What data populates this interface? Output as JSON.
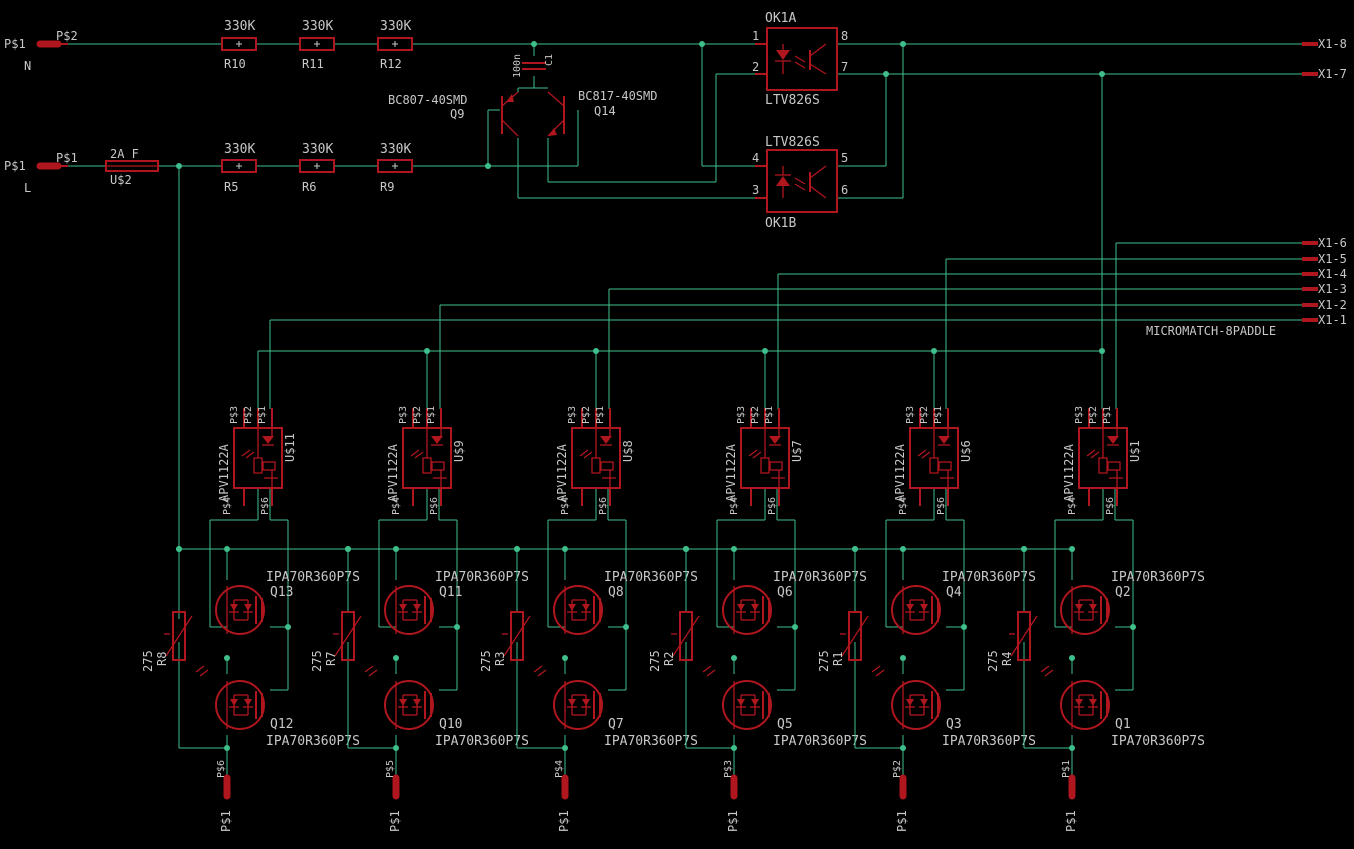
{
  "colors": {
    "background": "#000000",
    "net": "#3fbf8c",
    "part": "#b0161e",
    "text": "#c8c8c8"
  },
  "top": {
    "pad_n": {
      "name": "P$1",
      "pin": "P$2",
      "label": "N"
    },
    "pad_l": {
      "name": "P$1",
      "pin": "P$1",
      "label": "L"
    },
    "fuse": {
      "value": "2A F",
      "name": "U$2"
    },
    "resistors_n": [
      {
        "value": "330K",
        "name": "R10"
      },
      {
        "value": "330K",
        "name": "R11"
      },
      {
        "value": "330K",
        "name": "R12"
      }
    ],
    "resistors_l": [
      {
        "value": "330K",
        "name": "R5"
      },
      {
        "value": "330K",
        "name": "R6"
      },
      {
        "value": "330K",
        "name": "R9"
      }
    ],
    "cap": {
      "value": "100n",
      "name": "C1"
    },
    "q9": {
      "value": "BC807-40SMD",
      "name": "Q9"
    },
    "q14": {
      "value": "BC817-40SMD",
      "name": "Q14"
    },
    "ok1a": {
      "name": "OK1A",
      "value": "LTV826S",
      "pins": [
        "1",
        "2",
        "8",
        "7"
      ]
    },
    "ok1b": {
      "name": "OK1B",
      "value": "LTV826S",
      "pins": [
        "4",
        "3",
        "5",
        "6"
      ]
    }
  },
  "connector": {
    "pins": [
      "X1-8",
      "X1-7",
      "X1-6",
      "X1-5",
      "X1-4",
      "X1-3",
      "X1-2",
      "X1-1"
    ],
    "value": "MICROMATCH-8PADDLE"
  },
  "channels": [
    {
      "relay": "U$11",
      "res_value": "275",
      "res_name": "R8",
      "q_top": "Q13",
      "q_bot": "Q12",
      "pad_name": "P$1",
      "pad_pin": "P$6"
    },
    {
      "relay": "U$9",
      "res_value": "275",
      "res_name": "R7",
      "q_top": "Q11",
      "q_bot": "Q10",
      "pad_name": "P$1",
      "pad_pin": "P$5"
    },
    {
      "relay": "U$8",
      "res_value": "275",
      "res_name": "R3",
      "q_top": "Q8",
      "q_bot": "Q7",
      "pad_name": "P$1",
      "pad_pin": "P$4"
    },
    {
      "relay": "U$7",
      "res_value": "275",
      "res_name": "R2",
      "q_top": "Q6",
      "q_bot": "Q5",
      "pad_name": "P$1",
      "pad_pin": "P$3"
    },
    {
      "relay": "U$6",
      "res_value": "275",
      "res_name": "R1",
      "q_top": "Q4",
      "q_bot": "Q3",
      "pad_name": "P$1",
      "pad_pin": "P$2"
    },
    {
      "relay": "U$1",
      "res_value": "275",
      "res_name": "R4",
      "q_top": "Q2",
      "q_bot": "Q1",
      "pad_name": "P$1",
      "pad_pin": "P$1"
    }
  ],
  "relay_common": {
    "value": "APV1122A",
    "pins": [
      "P$3",
      "P$2",
      "P$1"
    ],
    "pin4": "P$4",
    "pin6": "P$6"
  },
  "mosfet_value": "IPA70R360P7S"
}
